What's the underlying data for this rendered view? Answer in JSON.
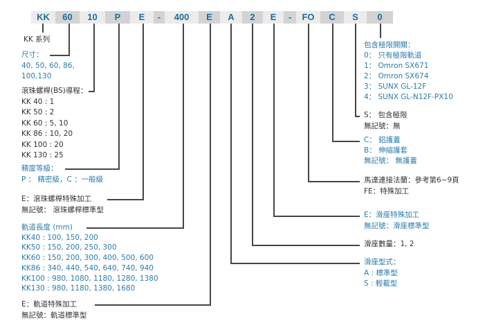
{
  "code_segments": [
    "KK",
    "60",
    "10",
    "P",
    "E",
    "-",
    "400",
    "E",
    "A",
    "2",
    "E",
    "-",
    "FO",
    "C",
    "S",
    "0"
  ],
  "left": {
    "series": "KK 系列",
    "size": {
      "title": "尺寸：",
      "lines": [
        "40, 50, 60, 86,",
        "100,130"
      ]
    },
    "lead": {
      "title": "滾珠螺桿(BS)導程：",
      "lines": [
        "KK 40 : 1",
        "KK 50 : 2",
        "KK 60 :  5, 10",
        "KK 86 :  10, 20",
        "KK 100 :  20",
        "KK 130 :  25"
      ]
    },
    "accuracy": {
      "title": "精度等級：",
      "lines": [
        "P ： 精密級，C ：一般級"
      ]
    },
    "bs_special": {
      "title": "E：滾珠螺桿特殊加工",
      "lines": [
        "無記號： 滾珠螺桿標準型"
      ]
    },
    "rail_length": {
      "title": "軌道長度 (mm)",
      "lines": [
        "KK40 : 100, 150, 200",
        "KK50 : 150, 200, 250, 300",
        "KK60 : 150, 200, 300,  400,  500, 600",
        "KK86 : 340, 440, 540, 640, 740, 940",
        "KK100 : 980, 1080, 1180, 1280, 1380",
        "KK130 : 980, 1180, 1380, 1680"
      ]
    },
    "rail_special": {
      "title": "E：軌道特殊加工",
      "lines": [
        "無記號：軌道標準型"
      ]
    }
  },
  "right": {
    "switch": {
      "title": "包含極限開關：",
      "lines": [
        "0： 只有極限軌道",
        "1： Omron SX671",
        "2： Omron SX674",
        "3： SUNX GL-12F",
        "4： SUNX GL-N12F-PX10"
      ]
    },
    "limit": {
      "title": "S： 包含極限",
      "lines": [
        "無記號：無"
      ]
    },
    "cover": {
      "title": "C： 鋁護蓋",
      "lines": [
        "B： 伸縮護套",
        "無記號： 無護蓋"
      ]
    },
    "flange": {
      "title": "馬達連接法蘭：參考第6~9頁",
      "lines": [
        "FE：特殊加工"
      ]
    },
    "block_special": {
      "title": "E：滑座特殊加工",
      "lines": [
        "無記號：滑座標準型"
      ]
    },
    "block_count": {
      "title": "滑座數量：1, 2"
    },
    "block_type": {
      "title": "滑座型式：",
      "lines": [
        "A : 標準型",
        "S : 輕載型"
      ]
    }
  }
}
